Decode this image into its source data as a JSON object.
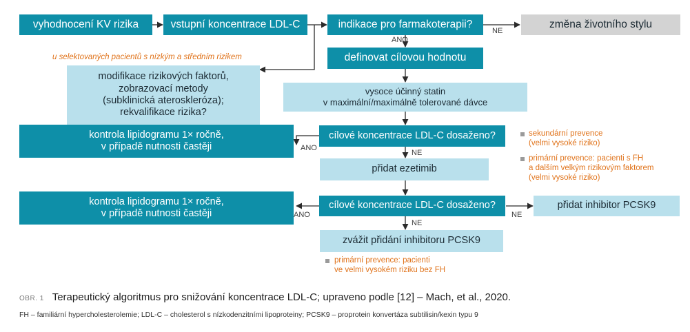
{
  "flow": {
    "b1": "vyhodnocení KV rizika",
    "b2": "vstupní koncentrace LDL-C",
    "b3": "indikace pro farmakoterapii?",
    "b4": "změna životního stylu",
    "b5": "definovat cílovou hodnotu",
    "b6": [
      "modifikace rizikových faktorů,",
      "zobrazovací metody",
      "(subklinická ateroskleróza);",
      "rekvalifikace rizika?"
    ],
    "b7": [
      "vysoce účinný statin",
      "v maximální/maximálně tolerované dávce"
    ],
    "b8": [
      "kontrola lipidogramu 1× ročně,",
      "v případě nutnosti častěji"
    ],
    "b9": "cílové koncentrace LDL-C dosaženo?",
    "b10": "přidat ezetimib",
    "b11": [
      "kontrola lipidogramu 1× ročně,",
      "v případě nutnosti častěji"
    ],
    "b12": "cílové koncentrace LDL-C dosaženo?",
    "b13": "přidat inhibitor PCSK9",
    "b14": "zvážit přidání inhibitoru PCSK9"
  },
  "labels": {
    "ano": "ANO",
    "ne": "NE"
  },
  "notes": {
    "low_mid_risk": "u selektovaných pacientů s nízkým a středním rizikem",
    "sec_prev": [
      "sekundární prevence",
      "(velmi vysoké riziko)"
    ],
    "prim_prev_fh": [
      "primární prevence: pacienti s FH",
      "a dalším velkým rizikovým faktorem",
      "(velmi vysoké riziko)"
    ],
    "prim_prev_bottom": [
      "primární prevence: pacienti",
      "ve velmi vysokém riziku bez FH"
    ]
  },
  "caption": {
    "tag": "OBR. 1",
    "text": "Terapeutický algoritmus pro snižování koncentrace LDL-C; upraveno podle [12] – Mach, et al., 2020."
  },
  "footnote": "FH – familiární hypercholesterolemie; LDL-C – cholesterol s nízkodenzitními lipoproteiny; PCSK9 – proprotein konvertáza subtilisin/kexin typu 9",
  "colors": {
    "dark_box": "#0e8fa8",
    "light_box": "#b9e0ec",
    "gray_box": "#d3d3d3",
    "note_text": "#e0731b",
    "connector": "#2b2b2b"
  }
}
